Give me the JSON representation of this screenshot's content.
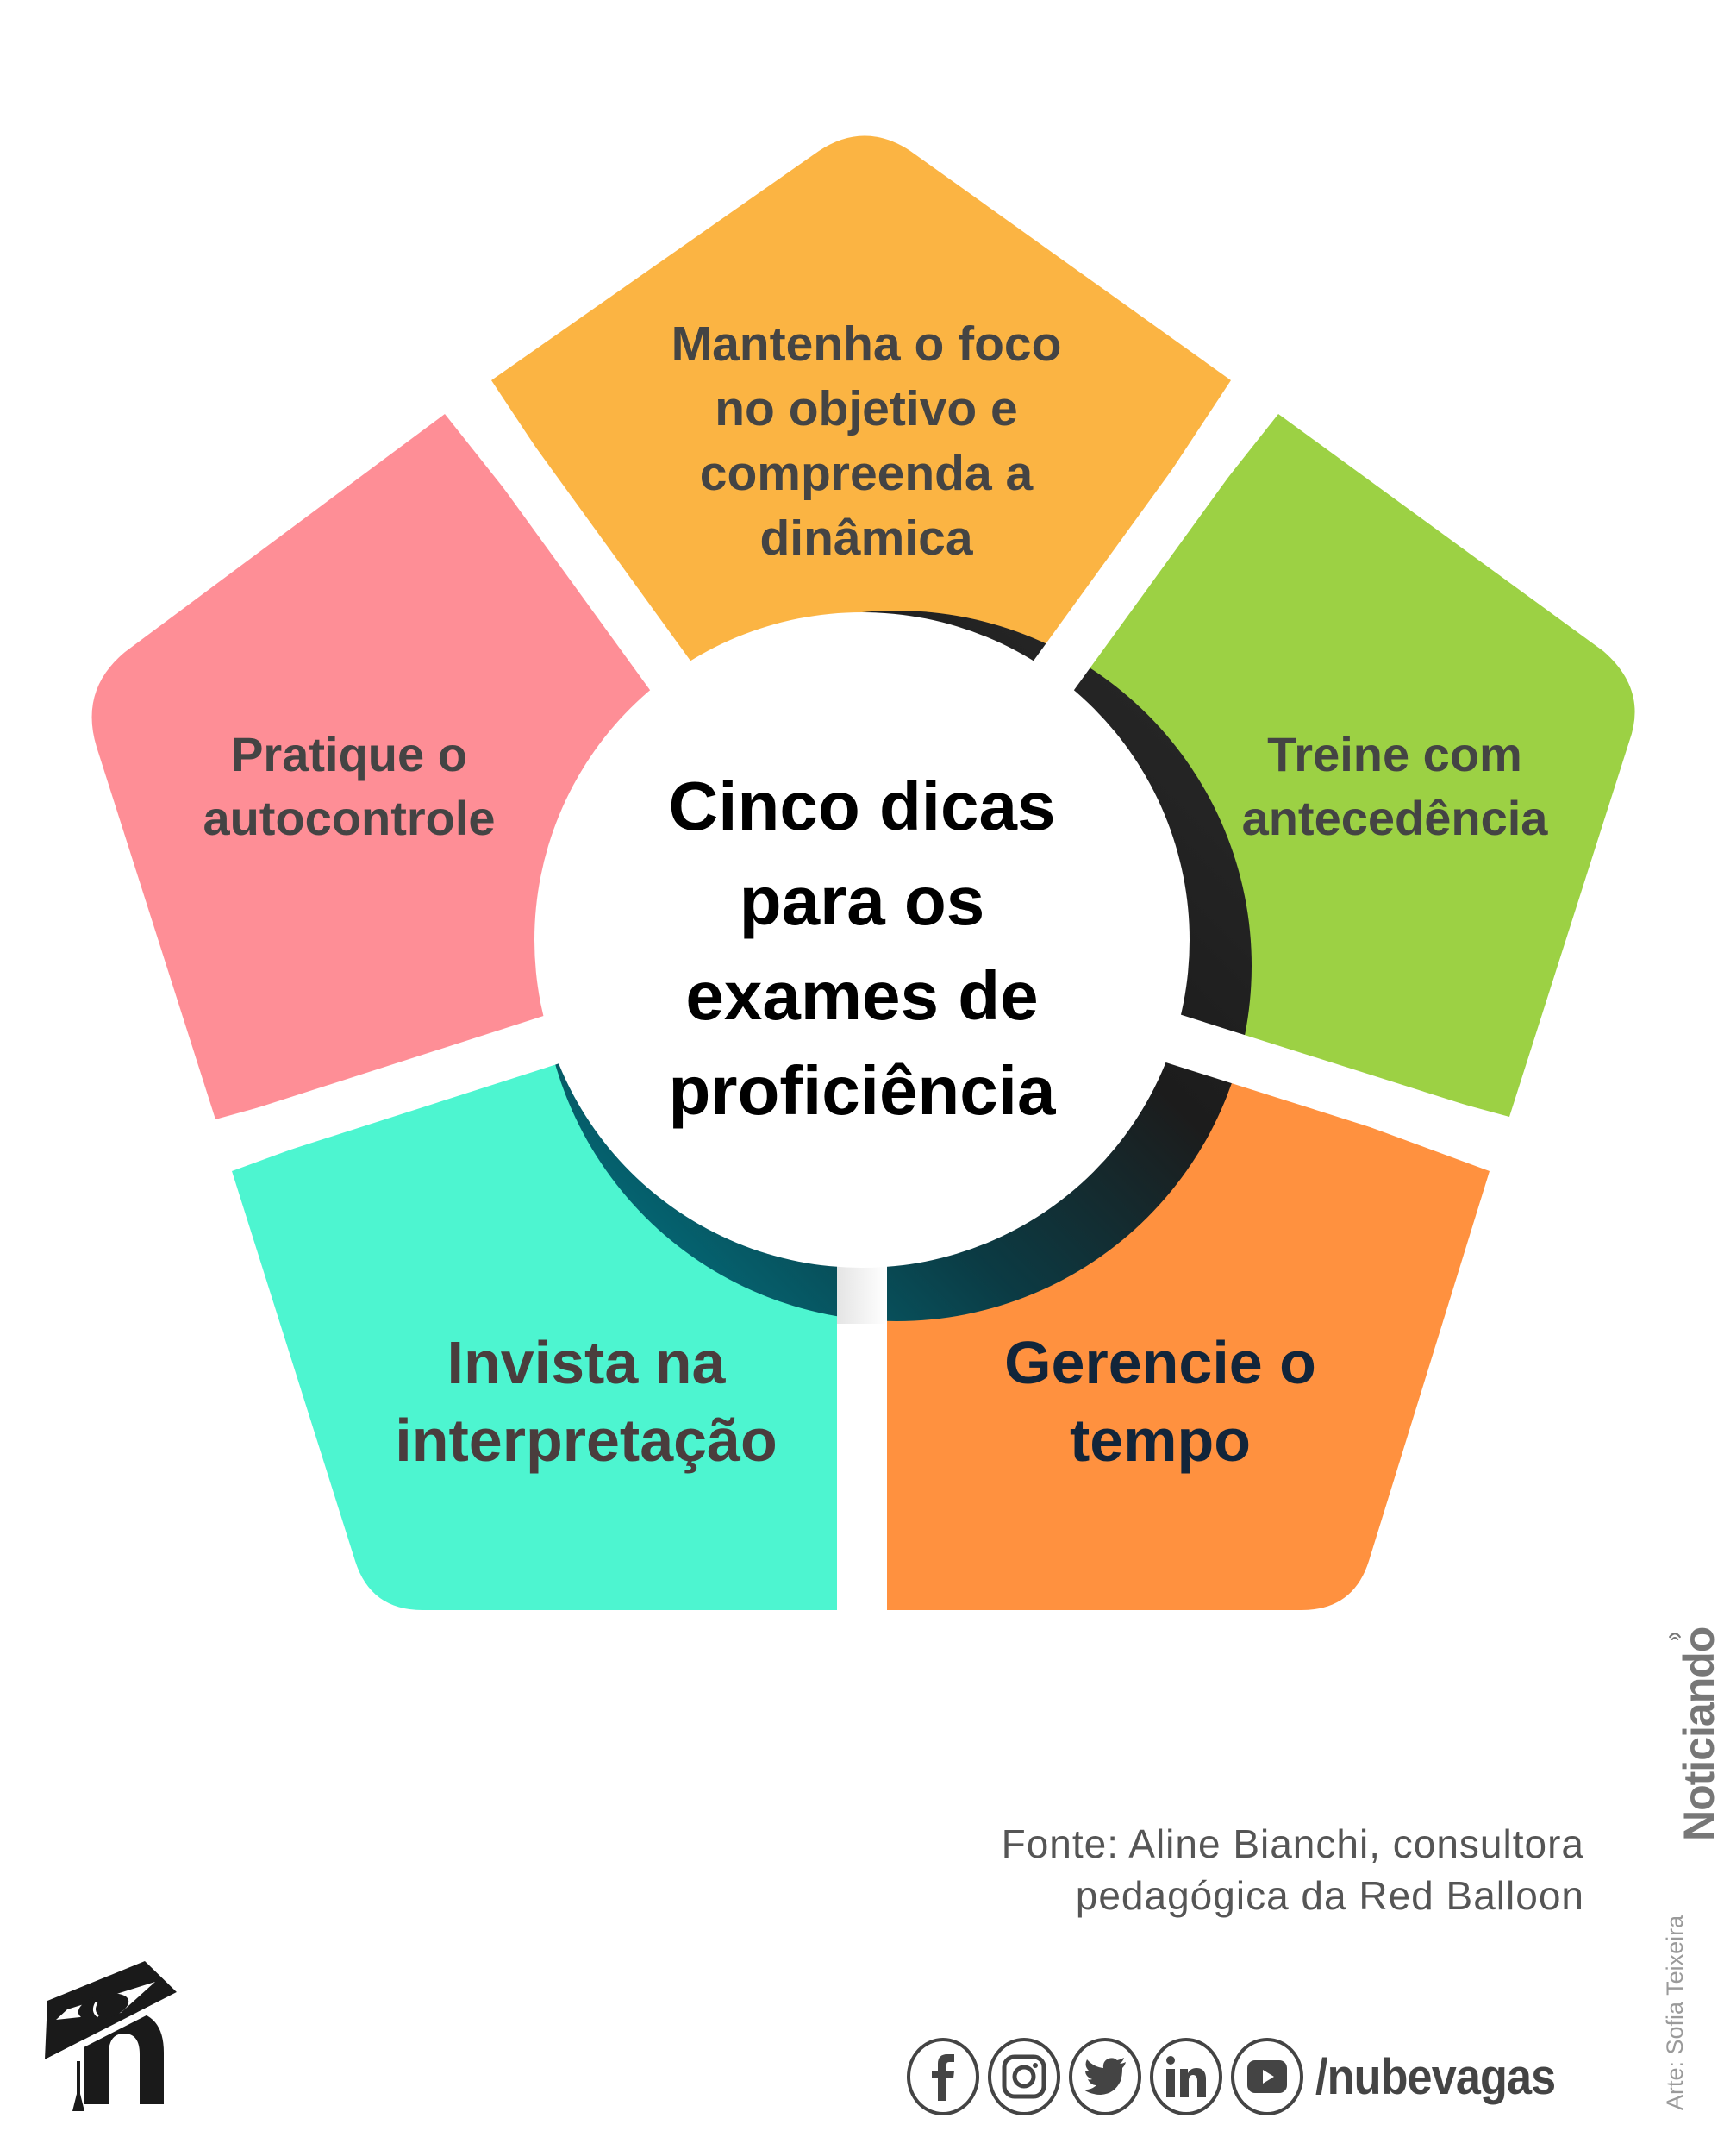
{
  "title": {
    "lines": [
      "Cinco dicas",
      "para os",
      "exames de",
      "proficiência"
    ]
  },
  "tips": [
    {
      "id": "top",
      "color": "#FBB443",
      "text_color": "#444444",
      "lines": [
        "Mantenha o foco",
        "no objetivo e",
        "compreenda a",
        "dinâmica"
      ]
    },
    {
      "id": "right",
      "color": "#9CD144",
      "text_color": "#444444",
      "lines": [
        "Treine com",
        "antecedência"
      ]
    },
    {
      "id": "bottom-right",
      "color": "#FF913F",
      "text_color": "#12253A",
      "lines": [
        "Gerencie o",
        "tempo"
      ]
    },
    {
      "id": "bottom-left",
      "color": "#4DF5D0",
      "text_color": "#4A3D3D",
      "lines": [
        "Invista na",
        "interpretação"
      ]
    },
    {
      "id": "left",
      "color": "#FE8E96",
      "text_color": "#444444",
      "lines": [
        "Pratique o",
        "autocontrole"
      ]
    }
  ],
  "source": {
    "lines": [
      "Fonte: Aline Bianchi, consultora",
      "pedagógica da Red Balloon"
    ]
  },
  "social": {
    "icons": [
      "facebook-icon",
      "instagram-icon",
      "twitter-icon",
      "linkedin-icon",
      "youtube-icon"
    ],
    "handle": "/nubevagas"
  },
  "brand": {
    "vertical_label": "Noticiando",
    "credit": "Arte: Sofia Teixeira"
  },
  "colors": {
    "background": "#FFFFFF",
    "title": "#000000",
    "muted_text": "#555555",
    "icon_stroke": "#444444"
  }
}
